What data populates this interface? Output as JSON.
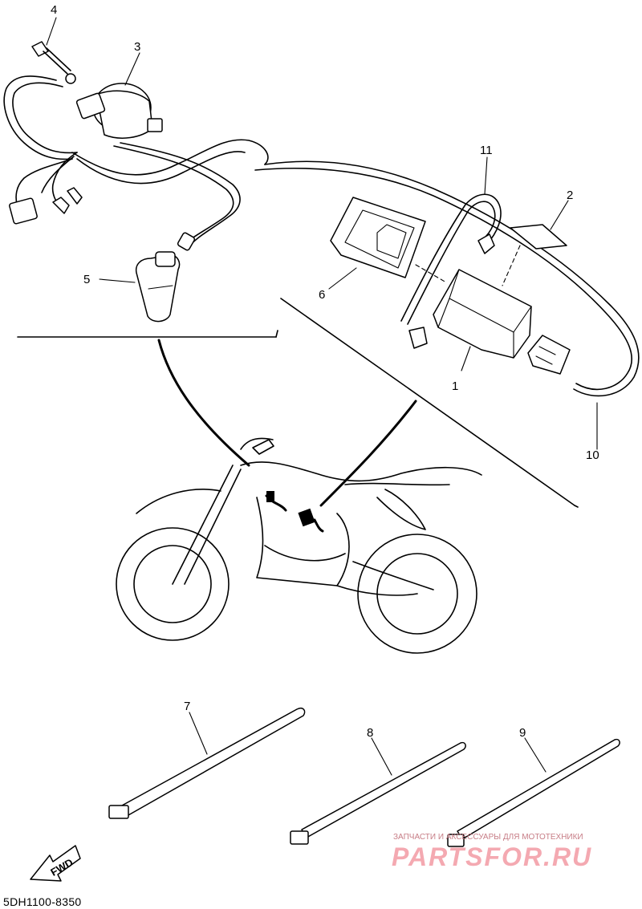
{
  "diagram": {
    "drawing_code": "5DH1100-8350",
    "callouts": [
      "1",
      "2",
      "3",
      "4",
      "5",
      "6",
      "7",
      "8",
      "9",
      "10",
      "11"
    ],
    "fwd_label": "FWD",
    "watermark": {
      "caption": "ЗАПЧАСТИ И АКСЕССУАРЫ ДЛЯ МОТОТЕХНИКИ",
      "brand": "PARTSFOR.RU"
    }
  }
}
